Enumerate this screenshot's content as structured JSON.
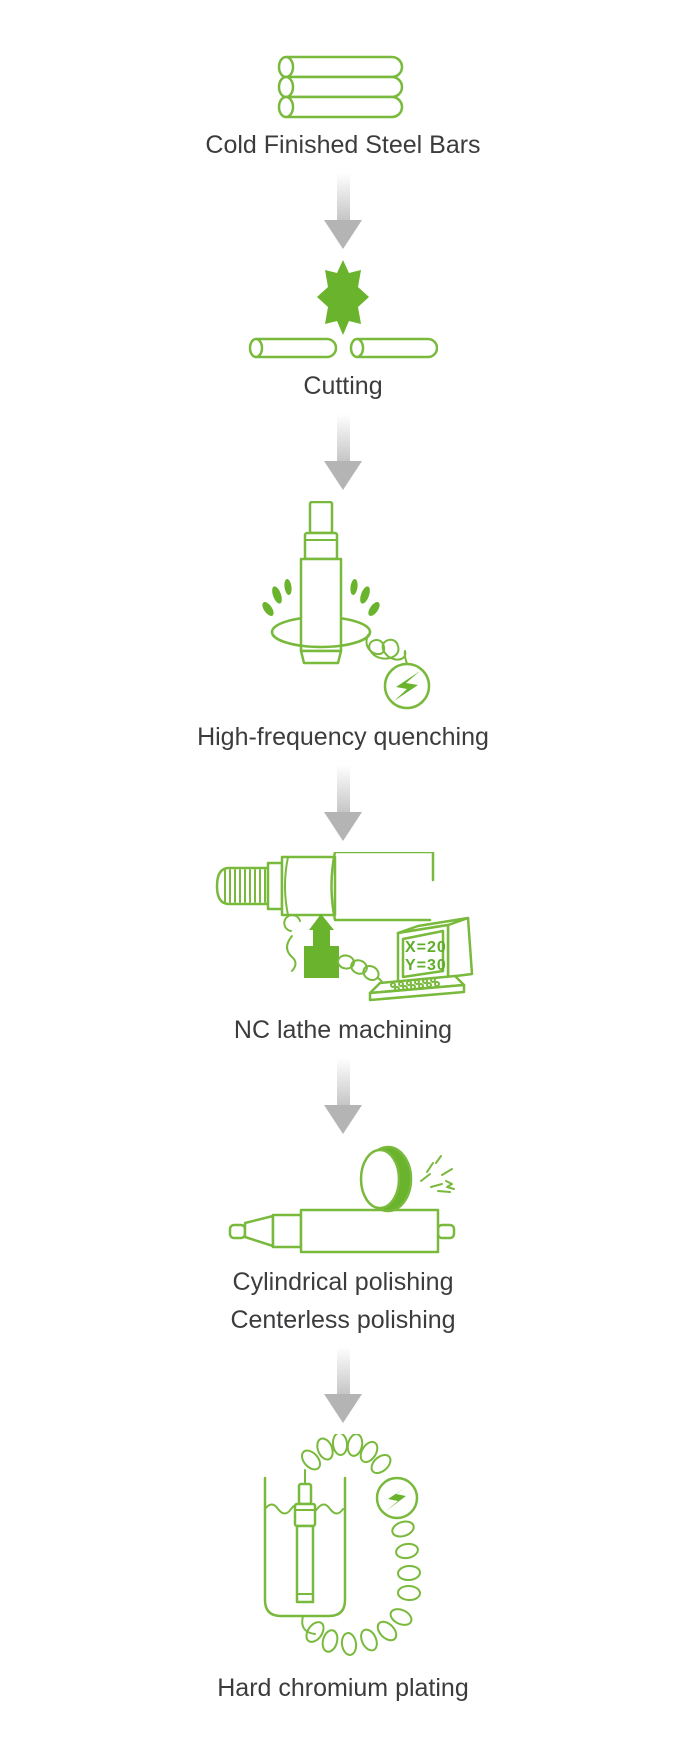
{
  "colors": {
    "green_stroke": "#79b93c",
    "green_fill": "#6ab32d",
    "label_text": "#3c3c3e",
    "arrow_gray": "#b4b4b4"
  },
  "flow": {
    "steps": [
      {
        "id": "cold-finished-steel-bars",
        "label": "Cold Finished Steel Bars"
      },
      {
        "id": "cutting",
        "label": "Cutting"
      },
      {
        "id": "high-frequency-quenching",
        "label": "High-frequency quenching"
      },
      {
        "id": "nc-lathe-machining",
        "label": "NC lathe machining",
        "screen": {
          "line1": "X=20",
          "line2": "Y=30"
        }
      },
      {
        "id": "cylindrical-polishing",
        "label": "Cylindrical polishing",
        "label2": "Centerless polishing"
      },
      {
        "id": "hard-chromium-plating",
        "label": "Hard chromium plating"
      }
    ]
  }
}
